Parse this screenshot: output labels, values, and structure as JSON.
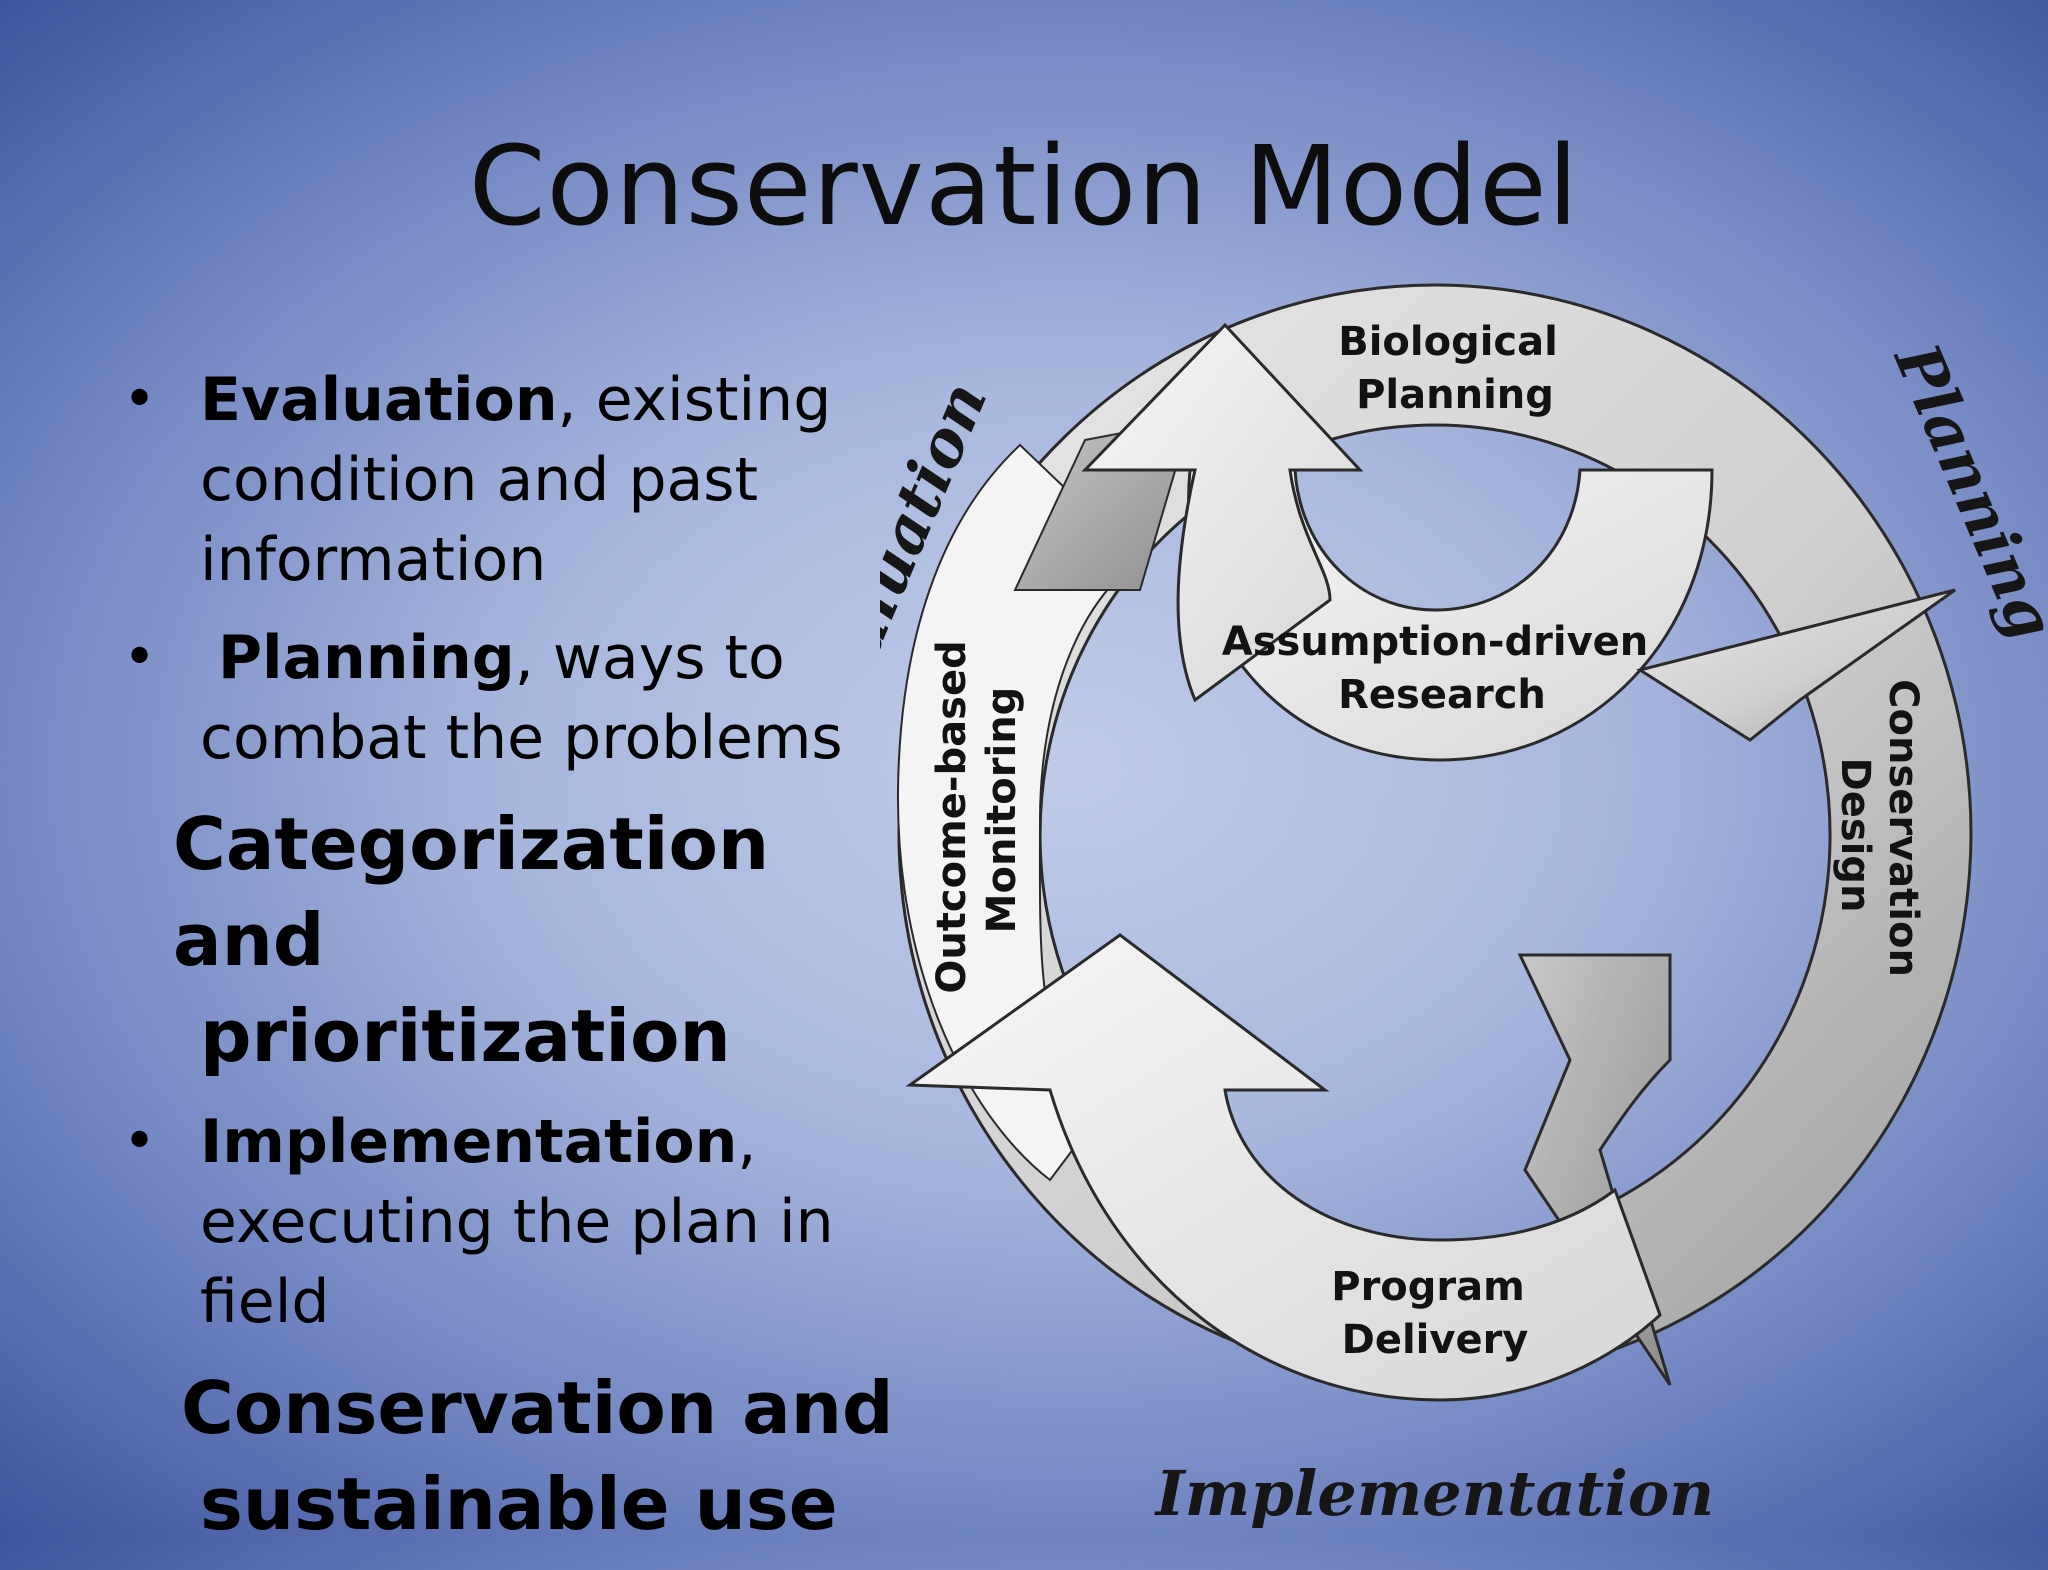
{
  "slide": {
    "title": "Conservation Model",
    "bullets": [
      {
        "bold": "Evaluation",
        "rest_line1": ", existing",
        "rest_lines": [
          "condition and past",
          "information"
        ]
      },
      {
        "bold": "Planning",
        "rest_line1": ", ways to",
        "rest_lines": [
          "combat the problems"
        ]
      },
      {
        "bold": "Implementation",
        "rest_line1": ",",
        "rest_lines": [
          "executing the plan in",
          "field"
        ]
      }
    ],
    "subheadings": [
      {
        "line1": "Categorization and",
        "line2": "prioritization"
      },
      {
        "line1": "Conservation and",
        "line2": "sustainable use"
      }
    ]
  },
  "diagram": {
    "stages": {
      "evaluation": "Evaluation",
      "planning": "Planning",
      "implementation": "Implementation"
    },
    "segments": {
      "biological_planning": [
        "Biological",
        "Planning"
      ],
      "conservation_design": [
        "Conservation",
        "Design"
      ],
      "program_delivery": [
        "Program",
        "Delivery"
      ],
      "outcome_based_monitoring": [
        "Outcome-based",
        "Monitoring"
      ],
      "assumption_driven_research": [
        "Assumption-driven",
        "Research"
      ]
    }
  }
}
